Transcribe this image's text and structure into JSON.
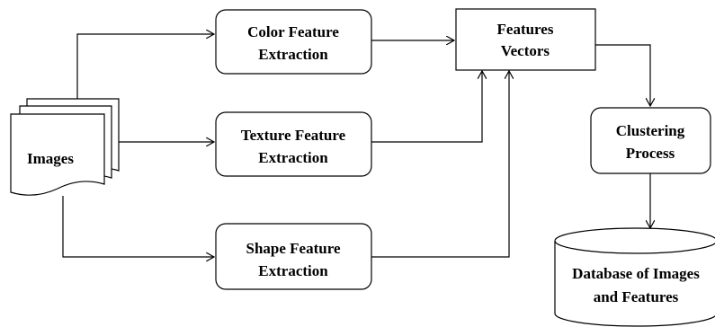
{
  "nodes": {
    "images": {
      "label": "Images"
    },
    "color": {
      "line1": "Color Feature",
      "line2": "Extraction"
    },
    "texture": {
      "line1": "Texture Feature",
      "line2": "Extraction"
    },
    "shape": {
      "line1": "Shape Feature",
      "line2": "Extraction"
    },
    "vectors": {
      "line1": "Features",
      "line2": "Vectors"
    },
    "clustering": {
      "line1": "Clustering",
      "line2": "Process"
    },
    "database": {
      "line1": "Database of Images",
      "line2": "and Features"
    }
  },
  "edges": [
    {
      "from": "images",
      "to": "color"
    },
    {
      "from": "images",
      "to": "texture"
    },
    {
      "from": "images",
      "to": "shape"
    },
    {
      "from": "color",
      "to": "vectors"
    },
    {
      "from": "texture",
      "to": "vectors"
    },
    {
      "from": "shape",
      "to": "vectors"
    },
    {
      "from": "vectors",
      "to": "clustering"
    },
    {
      "from": "clustering",
      "to": "database"
    }
  ]
}
